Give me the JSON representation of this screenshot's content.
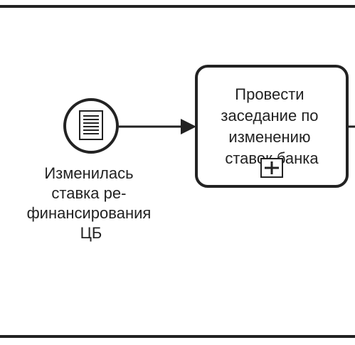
{
  "diagram": {
    "colors": {
      "stroke": "#222222",
      "fill": "#ffffff",
      "text": "#222222"
    },
    "start_event": {
      "type": "conditional-start-event",
      "icon": "document-lines-icon",
      "label_lines": [
        "Изменилась",
        "ставка ре-",
        "финансирования",
        "ЦБ"
      ]
    },
    "sequence_flow": {
      "from": "start_event",
      "to": "subprocess_task"
    },
    "subprocess_task": {
      "type": "collapsed-subprocess",
      "marker": "plus-icon",
      "label_lines": [
        "Провести",
        "заседание по",
        "изменению",
        "ставок банка"
      ]
    },
    "outgoing_flow": {
      "from": "subprocess_task",
      "to": "offscreen"
    }
  }
}
